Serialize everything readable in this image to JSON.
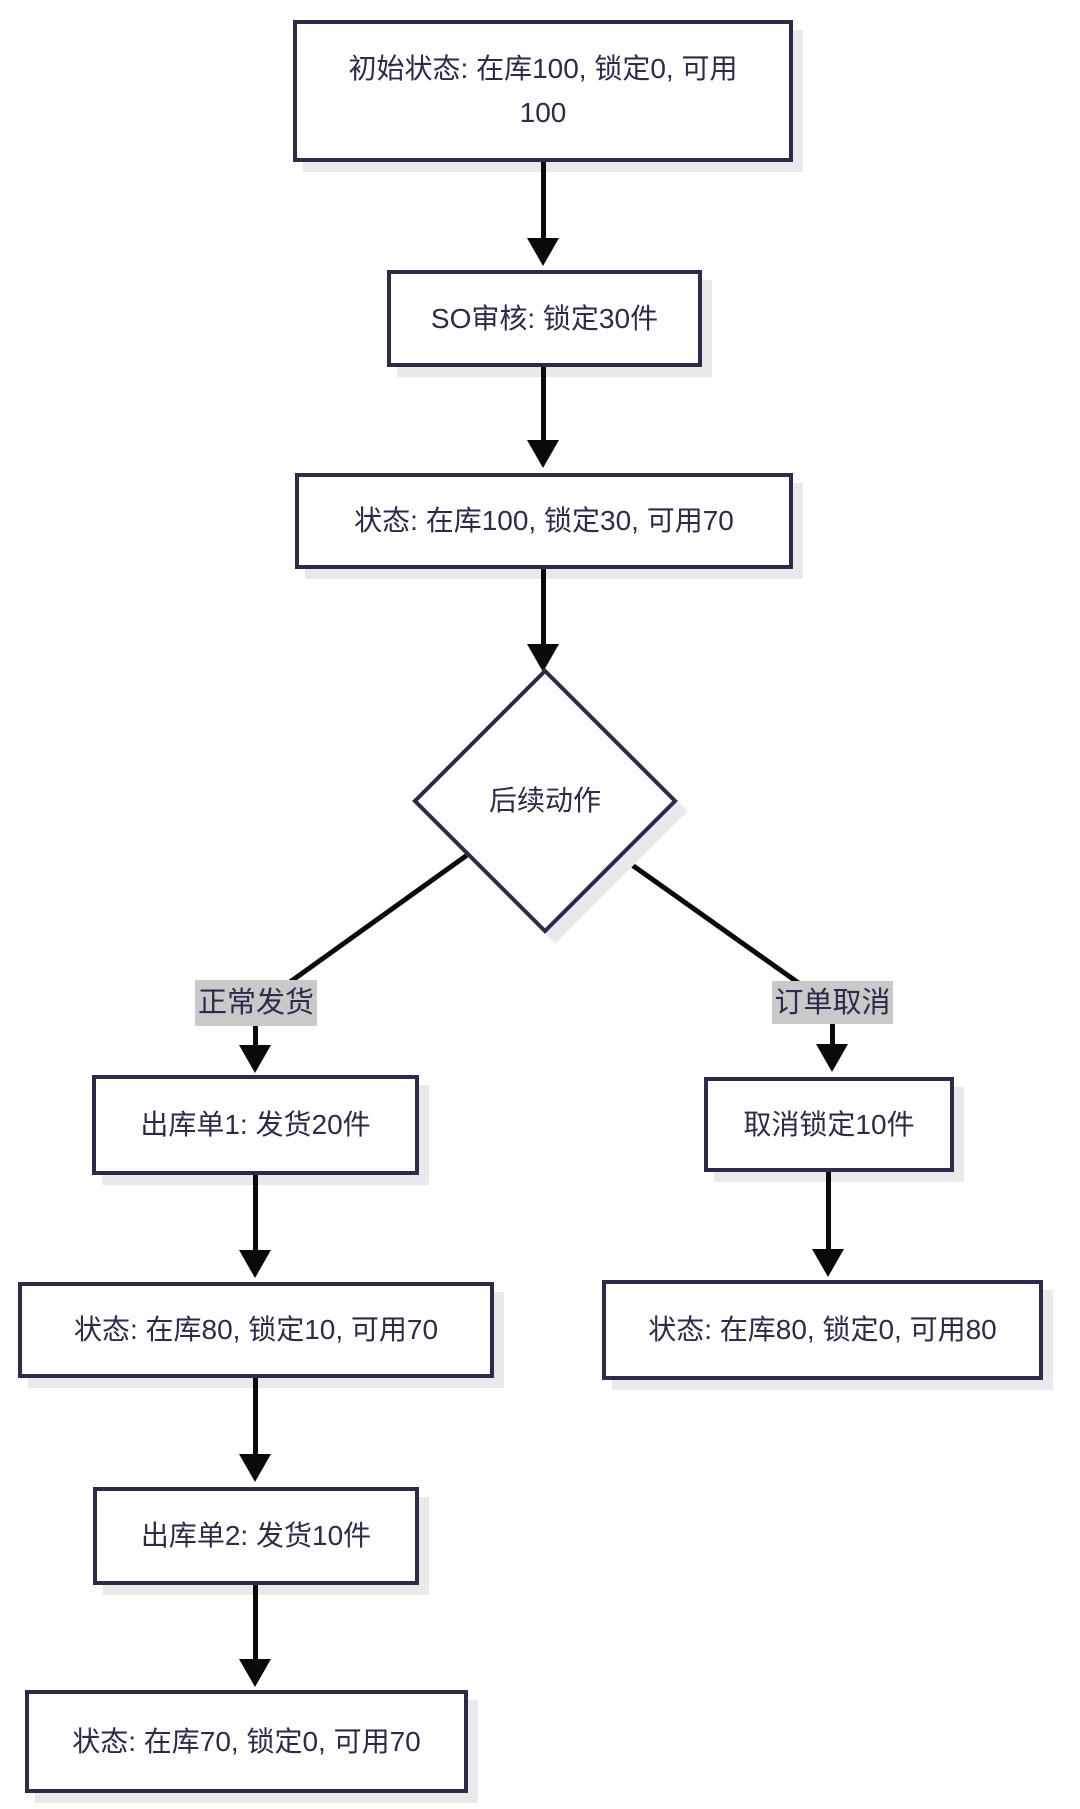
{
  "diagram": {
    "type": "flowchart",
    "background_color": "#ffffff",
    "colors": {
      "node_border": "#2b2b4a",
      "node_fill": "#fefefe",
      "node_text": "#2b2b4a",
      "arrow": "#0a0a0a",
      "edge_label_background": "#c9c9c9",
      "shadow": "#e9e9ec"
    },
    "nodes": {
      "initial": {
        "label": "初始状态: 在库100, 锁定0, 可用100",
        "shape": "rect"
      },
      "so_audit": {
        "label": "SO审核: 锁定30件",
        "shape": "rect"
      },
      "state_after_audit": {
        "label": "状态: 在库100, 锁定30, 可用70",
        "shape": "rect"
      },
      "decision": {
        "label": "后续动作",
        "shape": "diamond"
      },
      "outbound_order_1": {
        "label": "出库单1: 发货20件",
        "shape": "rect"
      },
      "state_after_ship1": {
        "label": "状态: 在库80, 锁定10, 可用70",
        "shape": "rect"
      },
      "outbound_order_2": {
        "label": "出库单2: 发货10件",
        "shape": "rect"
      },
      "state_after_ship2": {
        "label": "状态: 在库70, 锁定0, 可用70",
        "shape": "rect"
      },
      "cancel_lock": {
        "label": "取消锁定10件",
        "shape": "rect"
      },
      "state_after_cancel": {
        "label": "状态: 在库80, 锁定0, 可用80",
        "shape": "rect"
      }
    },
    "edge_labels": {
      "normal_ship": "正常发货",
      "order_cancel": "订单取消"
    },
    "edges": [
      {
        "from": "initial",
        "to": "so_audit"
      },
      {
        "from": "so_audit",
        "to": "state_after_audit"
      },
      {
        "from": "state_after_audit",
        "to": "decision"
      },
      {
        "from": "decision",
        "to": "outbound_order_1",
        "label": "正常发货"
      },
      {
        "from": "outbound_order_1",
        "to": "state_after_ship1"
      },
      {
        "from": "state_after_ship1",
        "to": "outbound_order_2"
      },
      {
        "from": "outbound_order_2",
        "to": "state_after_ship2"
      },
      {
        "from": "decision",
        "to": "cancel_lock",
        "label": "订单取消"
      },
      {
        "from": "cancel_lock",
        "to": "state_after_cancel"
      }
    ]
  }
}
